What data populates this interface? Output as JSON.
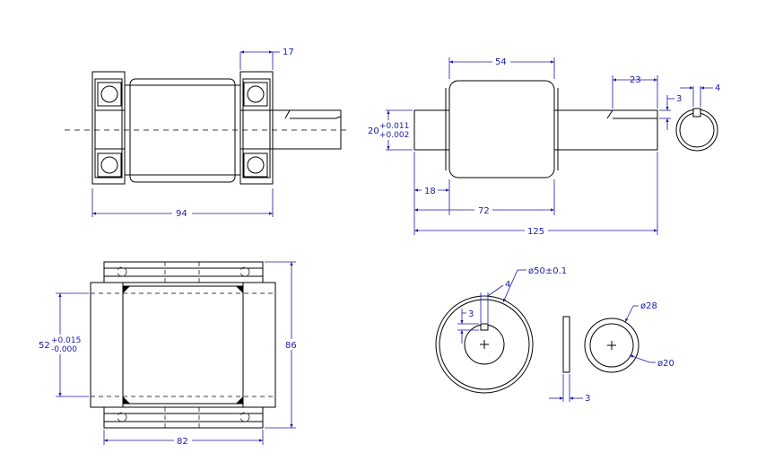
{
  "dimensions": {
    "bearing_width": "17",
    "assembly_length": "94",
    "roller_length": "54",
    "keyway_length": "23",
    "key_depth": "3",
    "key_width": "4",
    "shaft_dia_base": "20",
    "shaft_dia_tol_upper": "+0.011",
    "shaft_dia_tol_lower": "+0.002",
    "shaft_step": "18",
    "shaft_shoulder": "72",
    "shaft_total": "125",
    "frame_inner_base": "52",
    "frame_inner_tol_upper": "+0.015",
    "frame_inner_tol_lower": "-0.000",
    "frame_height": "86",
    "frame_width": "82",
    "roller_od": "ø50±0.1",
    "hub_key_width": "4",
    "hub_key_depth": "3",
    "washer_thickness": "3",
    "spacer_od": "ø28",
    "spacer_id": "ø20"
  },
  "colors": {
    "outline": "#000000",
    "dimension": "#1a1aa8"
  }
}
